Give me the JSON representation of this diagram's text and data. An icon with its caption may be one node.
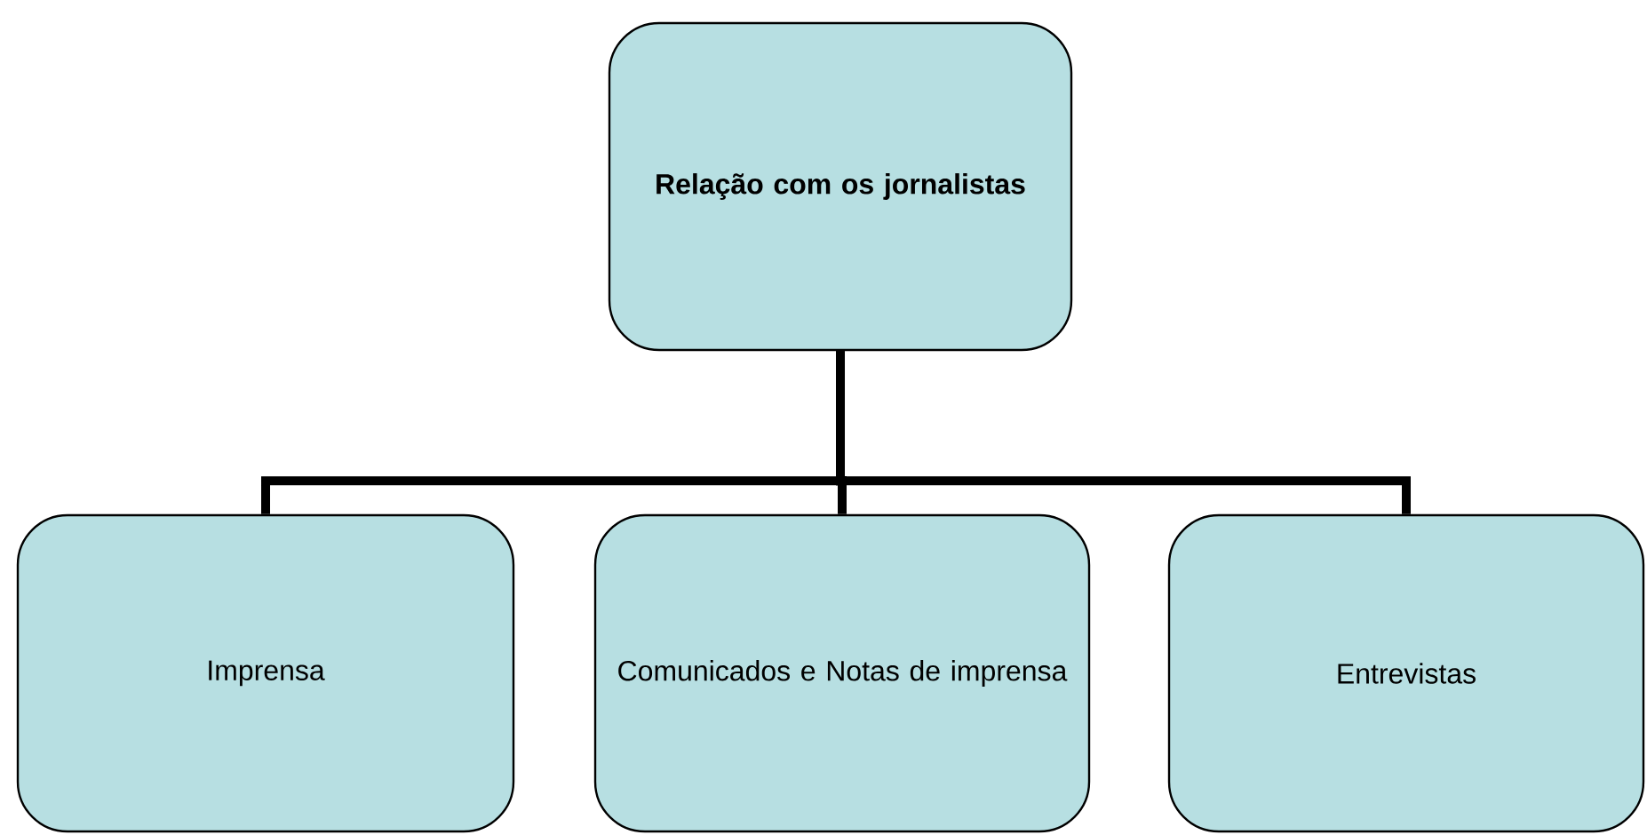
{
  "diagram": {
    "nodes": [
      {
        "text": [
          "Relação com os jornalistas"
        ]
      },
      {
        "text": [
          "Imprensa"
        ]
      },
      {
        "text": [
          "Comunicados e Notas de imprensa"
        ]
      },
      {
        "text": [
          "Entrevistas"
        ]
      }
    ],
    "edges": [
      {
        "from": 0,
        "to": 1,
        "arrow": "none"
      },
      {
        "from": 0,
        "to": 2,
        "arrow": "none"
      },
      {
        "from": 0,
        "to": 3,
        "arrow": "none"
      }
    ]
  }
}
